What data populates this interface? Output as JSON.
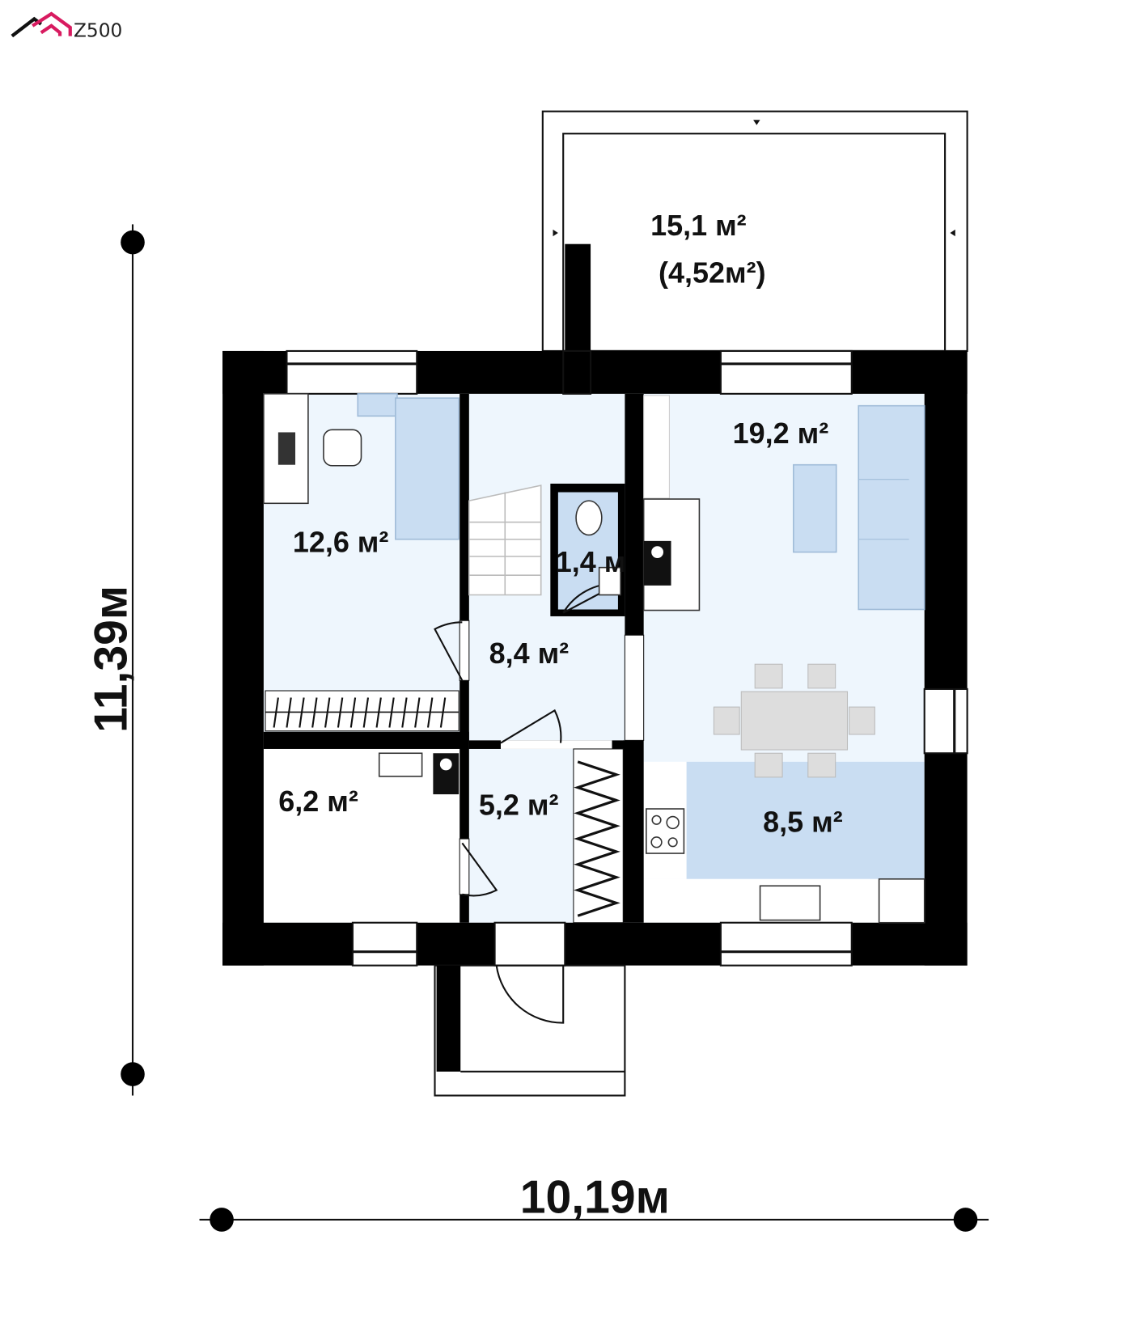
{
  "logo": {
    "text": "Z500",
    "brand_color": "#d81b60"
  },
  "dimensions": {
    "height": "11,39м",
    "width": "10,19м"
  },
  "rooms": {
    "terrace": {
      "area": "15,1 м²",
      "sub_area": "(4,52м²)"
    },
    "living": {
      "area": "19,2 м²"
    },
    "bedroom": {
      "area": "12,6 м²"
    },
    "wc": {
      "area": "1,4 м"
    },
    "hall": {
      "area": "8,4 м²"
    },
    "boiler": {
      "area": "6,2 м²"
    },
    "entry": {
      "area": "5,2 м²"
    },
    "kitchen": {
      "area": "8,5 м²"
    }
  },
  "colors": {
    "wall": "#000000",
    "room_fill": "#eef6fd",
    "furniture_fill": "#c9ddf2"
  }
}
